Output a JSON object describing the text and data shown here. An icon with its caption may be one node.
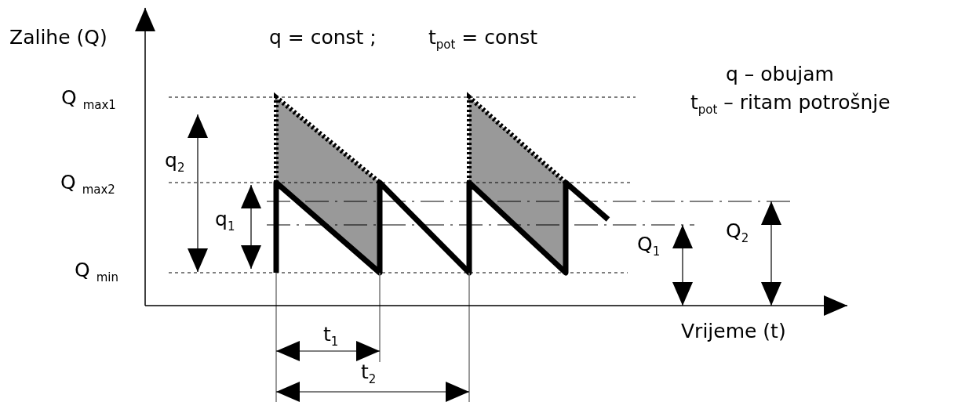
{
  "diagram": {
    "labels": [
      "Zalihe (Q)",
      "q = const ;",
      "t$_{pot}$ = const",
      "q – obujam",
      "t$_{pot}$ – ritam potrošnje",
      "Q $_{max1}$",
      "q$_{2}$",
      "Q $_{max2}$",
      "q$_{1}$",
      "Q$_{2}$",
      "Q$_{1}$",
      "Q $_{min}$",
      "Vrijeme (t)",
      "t$_{1}$",
      "t$_{2}$"
    ]
  }
}
